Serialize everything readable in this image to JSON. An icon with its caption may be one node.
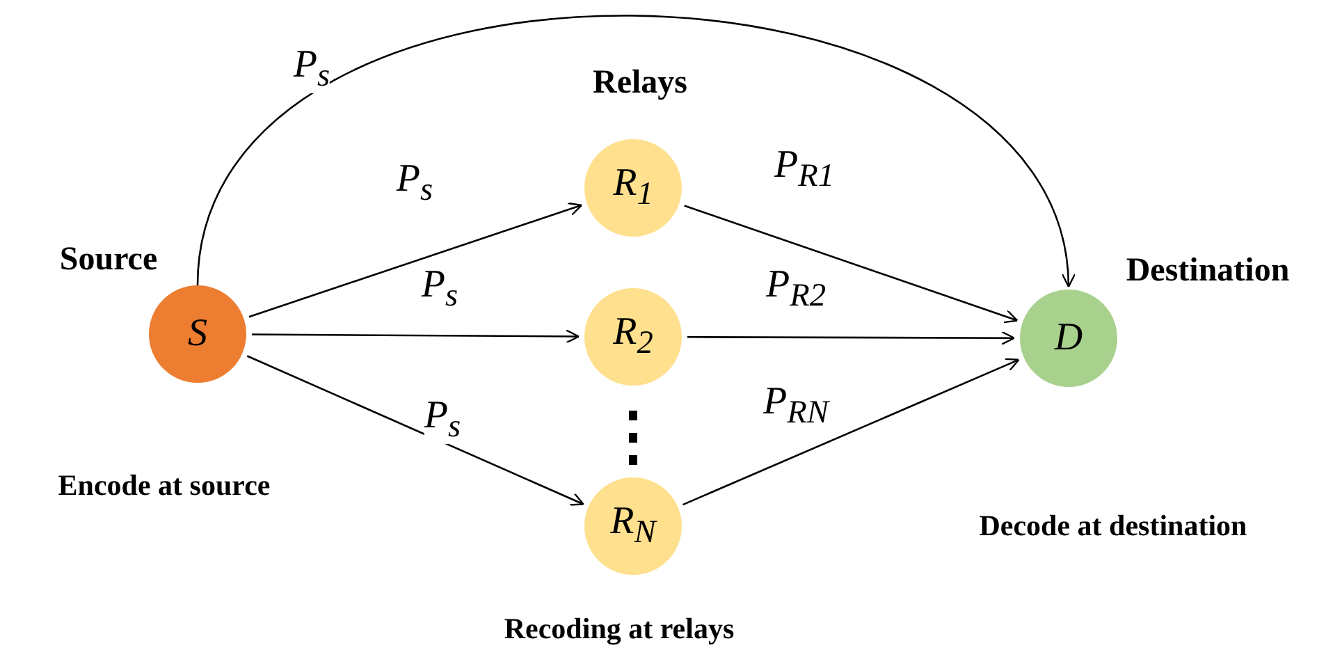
{
  "diagram": {
    "nodes": [
      {
        "text": [
          "S"
        ],
        "beside": [
          "Source",
          "Encode at source"
        ]
      },
      {
        "text": [
          "R$_{1}$"
        ]
      },
      {
        "text": [
          "R$_{2}$"
        ]
      },
      {
        "text": [
          "R$_{N}$"
        ]
      },
      {
        "text": [
          "D"
        ],
        "beside": [
          "Destination"
        ]
      }
    ],
    "edges": [
      {
        "from": 0,
        "to": 4,
        "arrow": "to",
        "label": "P$_{s}$"
      },
      {
        "from": 0,
        "to": 1,
        "arrow": "to",
        "label": "P$_{s}$"
      },
      {
        "from": 0,
        "to": 2,
        "arrow": "to",
        "label": "P$_{s}$"
      },
      {
        "from": 0,
        "to": 3,
        "arrow": "to",
        "label": "P$_{s}$"
      },
      {
        "from": 1,
        "to": 4,
        "arrow": "to",
        "label": "P$_{R1}$"
      },
      {
        "from": 2,
        "to": 4,
        "arrow": "to",
        "label": "P$_{R2}$"
      },
      {
        "from": 3,
        "to": 4,
        "arrow": "to",
        "label": "P$_{RN}$"
      }
    ],
    "labels": [
      "Relays",
      "Decode at destination",
      "Recoding at relays"
    ]
  }
}
